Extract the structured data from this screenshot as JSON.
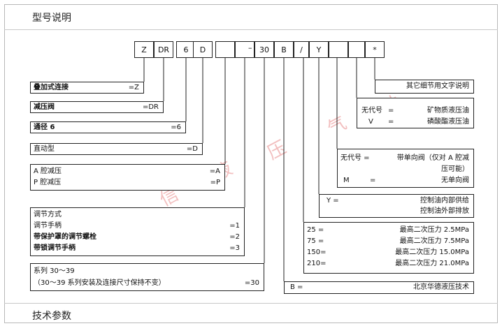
{
  "section_titles": {
    "model_explanation": "型号说明",
    "tech_params": "技术参数"
  },
  "code_cells": [
    "Z",
    "DR",
    "6",
    "D",
    "",
    "",
    "30",
    "B",
    "/",
    "Y",
    "",
    "",
    "*"
  ],
  "dash": "–",
  "boxes": {
    "stack": {
      "label": "叠加式连接",
      "code": "=Z"
    },
    "reducing": {
      "label": "减压阀",
      "code": "=DR"
    },
    "size": {
      "label": "通径 6",
      "code": "=6"
    },
    "direct": {
      "label": "直动型",
      "code": "=D"
    },
    "chamber": [
      {
        "label": "A 腔减压",
        "code": "=A"
      },
      {
        "label": "P 腔减压",
        "code": "=P"
      }
    ],
    "adjust": {
      "title": "调节方式",
      "items": [
        {
          "label": "调节手柄",
          "code": "=1"
        },
        {
          "label": "带保护罩的调节螺栓",
          "code": "=2"
        },
        {
          "label": "带锁调节手柄",
          "code": "=3"
        }
      ]
    },
    "series": {
      "label1": "系列 30～39",
      "label2": "（30～39 系列安装及连接尺寸保持不变）",
      "code": "=30"
    },
    "other": {
      "label": "其它细节用文字说明"
    },
    "seal": [
      {
        "key": "无代号",
        "eq": "=",
        "value": "矿物质液压油"
      },
      {
        "key": "V",
        "eq": "=",
        "value": "磷酸酯液压油"
      }
    ],
    "check": [
      {
        "key": "无代号 =",
        "value": "带单向阀（仅对 A 腔减"
      },
      {
        "key": "",
        "value": "压可能）"
      },
      {
        "key": "M",
        "eq": "=",
        "value": "无单向阀"
      }
    ],
    "pilot": [
      {
        "key": "Y =",
        "value": "控制油内部供给"
      },
      {
        "key": "",
        "value": "控制油外部排放"
      }
    ],
    "pressure": [
      {
        "key": "25 =",
        "value": "最高二次压力 2.5MPa"
      },
      {
        "key": "75 =",
        "value": "最高二次压力 7.5MPa"
      },
      {
        "key": "150=",
        "value": "最高二次压力 15.0MPa"
      },
      {
        "key": "210=",
        "value": "最高二次压力 21.0MPa"
      }
    ],
    "maker": {
      "key": "B =",
      "value": "北京华德液压技术"
    }
  },
  "watermark": [
    "友",
    "信",
    "液",
    "压",
    "气",
    "动"
  ]
}
